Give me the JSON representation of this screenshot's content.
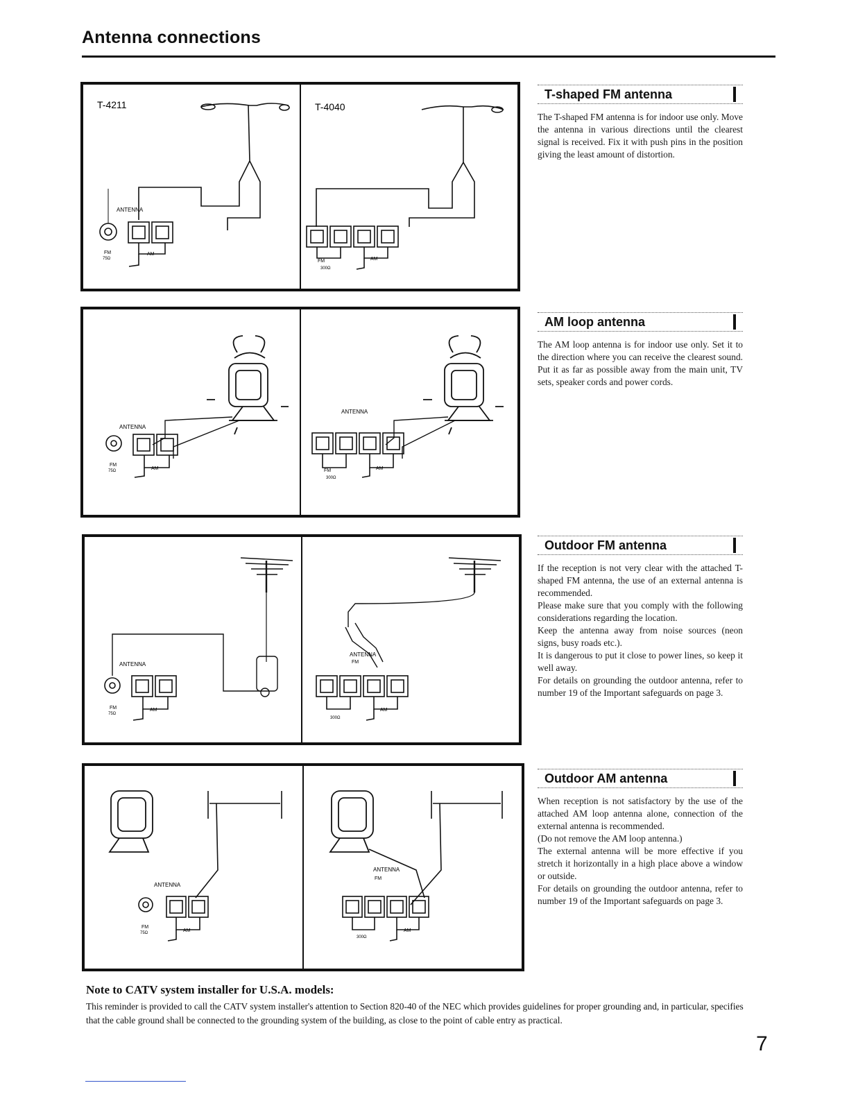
{
  "page": {
    "title": "Antenna connections",
    "page_number": "7"
  },
  "diagrams": {
    "tshaped_left_model": "T-4211",
    "tshaped_right_model": "T-4040",
    "antenna_label": "ANTENNA",
    "fm_label": "FM",
    "am_label": "AM",
    "fm_75": "75Ω",
    "fm_300": "300Ω"
  },
  "sections": [
    {
      "heading": "T-shaped FM antenna",
      "paragraphs": [
        "The T-shaped FM antenna is for indoor use only. Move the antenna in various directions until the clearest signal is received. Fix it with push pins in the position giving the least amount of distortion."
      ]
    },
    {
      "heading": "AM loop antenna",
      "paragraphs": [
        "The AM loop antenna is for indoor use only. Set it to the direction where you can receive the clearest sound. Put it as far as possible away from the main unit, TV sets, speaker cords and power cords."
      ]
    },
    {
      "heading": "Outdoor FM antenna",
      "paragraphs": [
        "If the reception is not very clear with the attached T-shaped FM antenna, the use of an external antenna is recommended.",
        "Please make sure that you comply with the following considerations regarding the location.",
        "Keep the antenna away from noise sources (neon signs, busy roads etc.).",
        "It is dangerous to put it close to power lines, so keep it well away.",
        "For details on grounding the outdoor antenna, refer to number 19 of the Important safeguards on page 3."
      ]
    },
    {
      "heading": "Outdoor AM antenna",
      "paragraphs": [
        "When reception is not satisfactory by the use of the attached AM loop antenna alone, connection of the external antenna is recommended.",
        "(Do not remove the AM loop antenna.)",
        "The external antenna will be more effective if you stretch it horizontally in a high place above a window or outside.",
        "For details on grounding the outdoor antenna, refer to number 19 of the Important safeguards on page 3."
      ]
    }
  ],
  "note": {
    "title": "Note to CATV system installer for U.S.A. models:",
    "text": "This reminder is provided to call the CATV system installer's attention to Section 820-40 of the NEC which provides guidelines for proper grounding and, in particular, specifies that the cable ground shall be connected to the grounding system of the building, as close to the point of cable entry as practical."
  }
}
